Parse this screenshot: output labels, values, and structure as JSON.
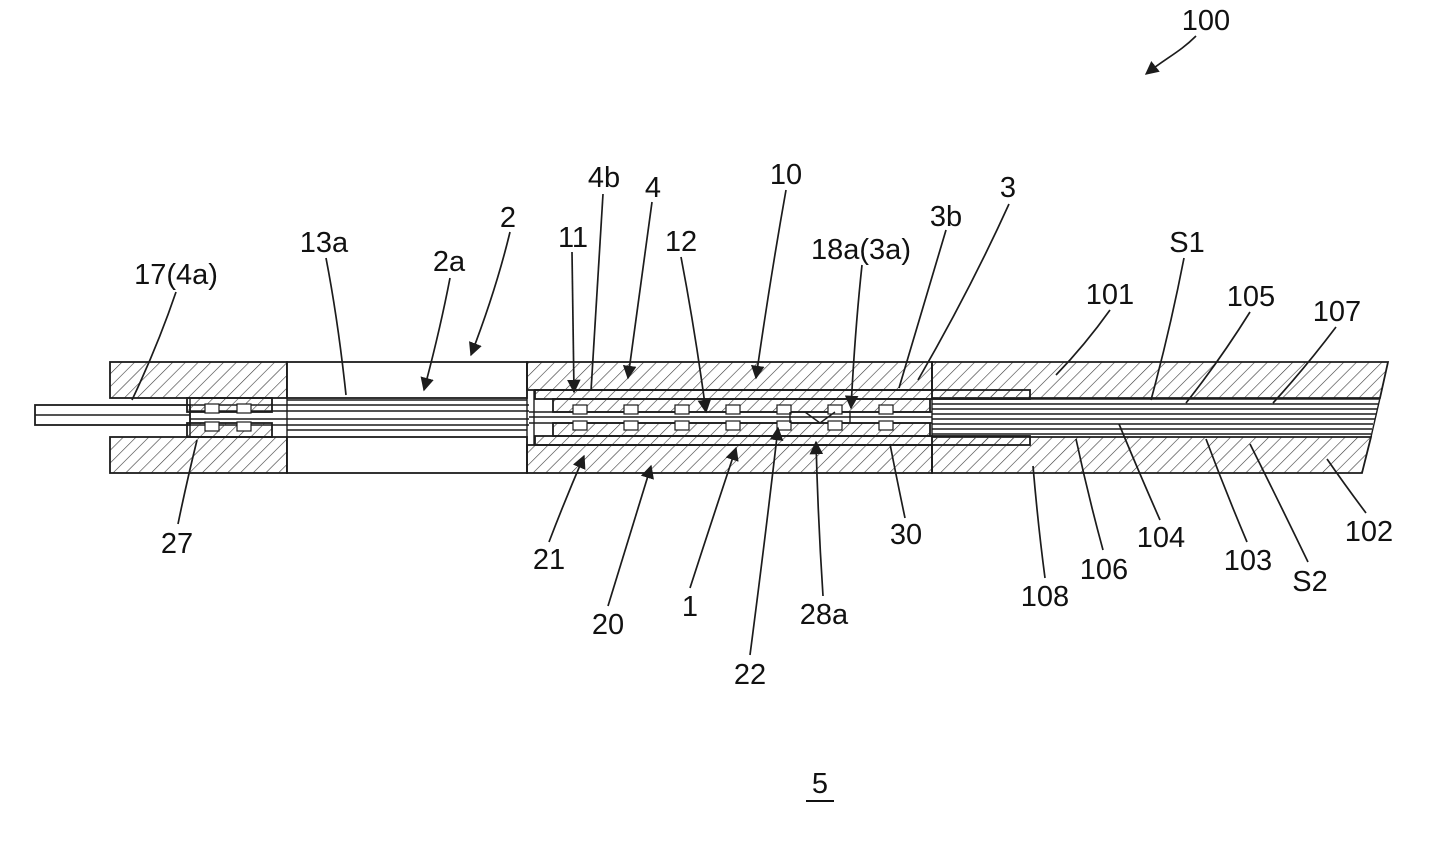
{
  "meta": {
    "type": "patent-cross-section-figure",
    "line_color": "#1c1c1c",
    "background_color": "#ffffff"
  },
  "figure": {
    "figure_number": "5",
    "overall_reference": "100"
  },
  "labels": {
    "l100": "100",
    "l17_4a": "17(4a)",
    "l13a": "13a",
    "l2a": "2a",
    "l2": "2",
    "l11": "11",
    "l4b": "4b",
    "l4": "4",
    "l12": "12",
    "l10": "10",
    "l18a_3a": "18a(3a)",
    "l3b": "3b",
    "l3": "3",
    "lS1": "S1",
    "l101": "101",
    "l105": "105",
    "l107": "107",
    "l27": "27",
    "l21": "21",
    "l20": "20",
    "l1": "1",
    "l22": "22",
    "l28a": "28a",
    "l30": "30",
    "l108": "108",
    "l106": "106",
    "l104": "104",
    "l103": "103",
    "lS2": "S2",
    "l102": "102",
    "l5": "5"
  }
}
